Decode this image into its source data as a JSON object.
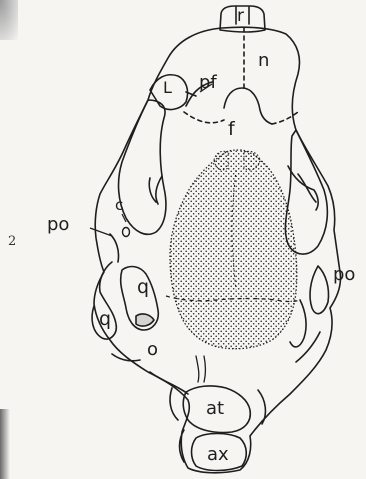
{
  "figure_number": "2",
  "labels": {
    "r": "r",
    "n": "n",
    "pf": "pf",
    "L": "L",
    "f": "f",
    "c": "c",
    "po_left": "po",
    "po_right": "po",
    "q_inner": "q",
    "q_outer": "q",
    "o": "o",
    "at": "at",
    "ax": "ax"
  },
  "colors": {
    "ink": "#1e1e1e",
    "paper": "#f6f5f1"
  }
}
